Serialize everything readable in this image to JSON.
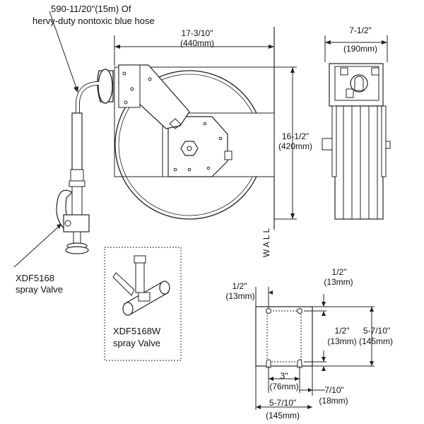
{
  "hose_note": {
    "line1": "590-11/20\"(15m) Of",
    "line2": "hervy-duty nontoxic blue hose"
  },
  "dims": {
    "width": {
      "inch": "17-3/10\"",
      "mm": "(440mm)"
    },
    "depth": {
      "inch": "7-1/2\"",
      "mm": "(190mm)"
    },
    "height": {
      "inch": "16-1/2\"",
      "mm": "(420mm)"
    },
    "mount_top": {
      "inch": "1/2\"",
      "mm": "(13mm)"
    },
    "mount_left": {
      "inch": "1/2\"",
      "mm": "(13mm)"
    },
    "mount_mid": {
      "inch": "1/2\"",
      "mm": "(13mm)"
    },
    "mount_height": {
      "inch": "5-7/10\"",
      "mm": "(145mm)"
    },
    "mount_hole_span": {
      "inch": "3\"",
      "mm": "(76mm)"
    },
    "mount_edge": {
      "inch": "7/10\"",
      "mm": "(18mm)"
    },
    "mount_width": {
      "inch": "5-7/10\"",
      "mm": "(145mm)"
    }
  },
  "wall_label": "WALL",
  "valve_1": {
    "model": "XDF5168",
    "name": "spray Valve"
  },
  "valve_2": {
    "model": "XDF5168W",
    "name": "spray Valve"
  }
}
